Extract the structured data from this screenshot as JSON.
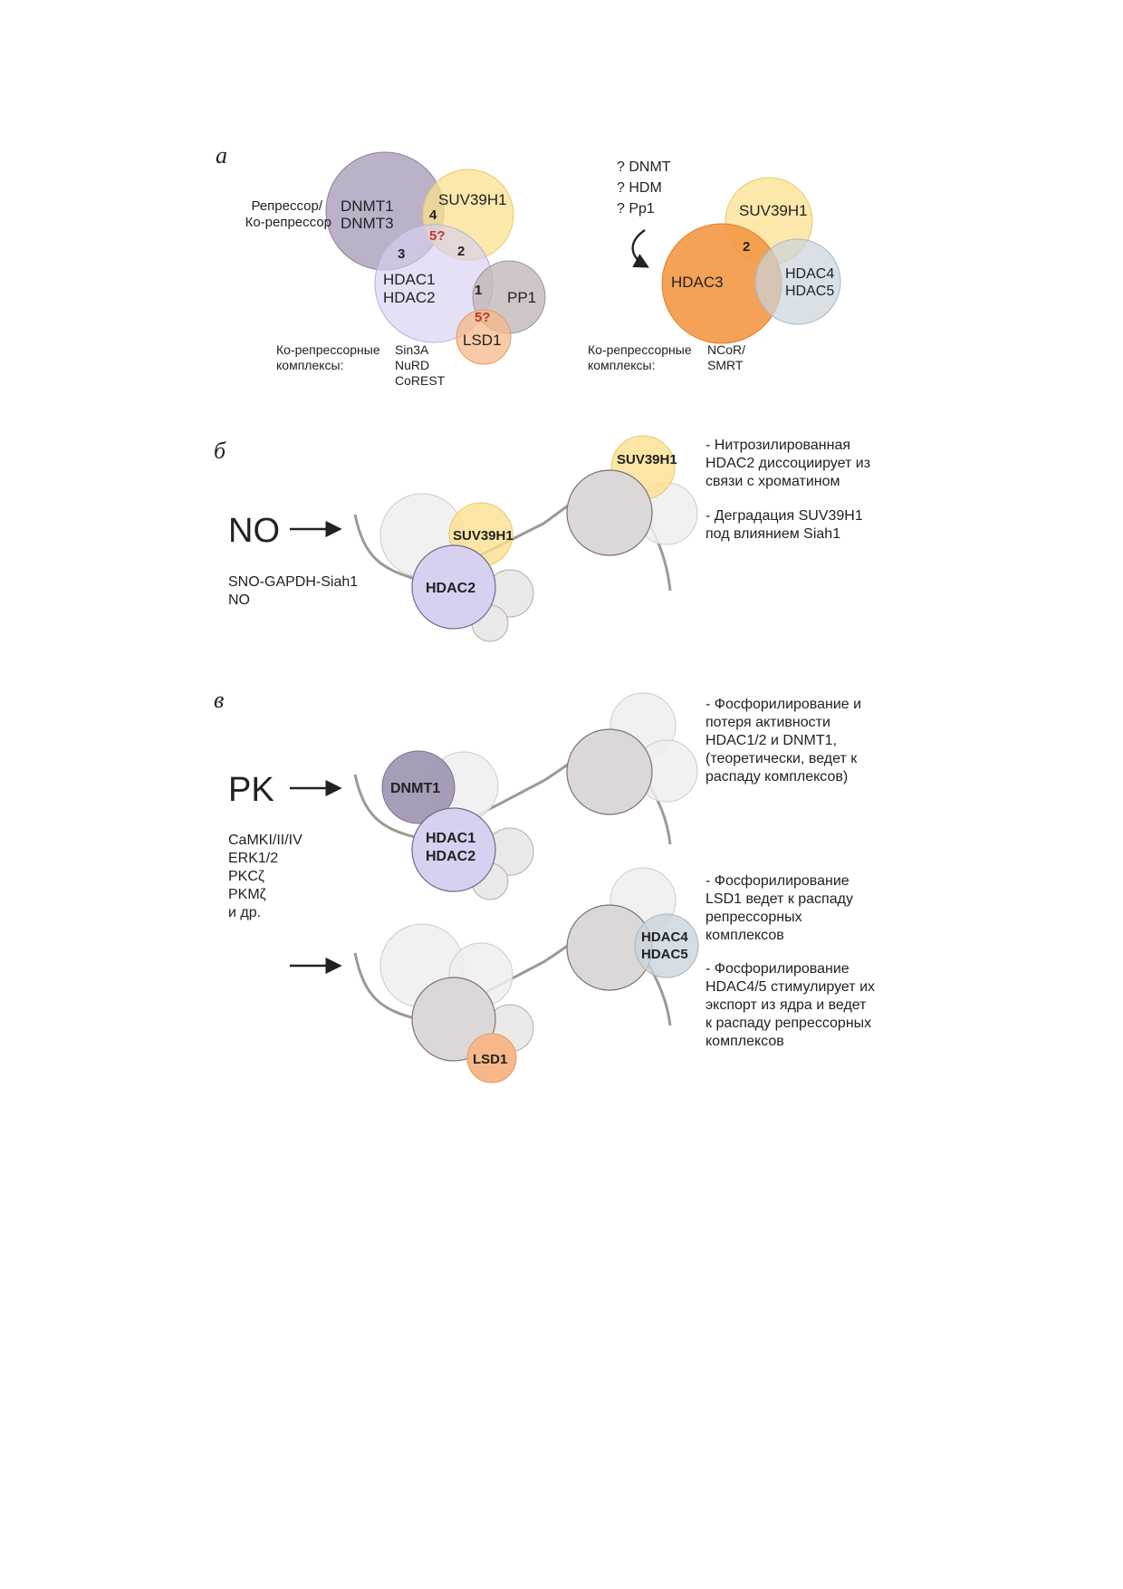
{
  "panel_labels": {
    "a": "а",
    "b": "б",
    "c": "в"
  },
  "panel_a": {
    "left": {
      "repressor_label": [
        "Репрессор/",
        "Ко-репрессор"
      ],
      "dnmt": [
        "DNMT1",
        "DNMT3"
      ],
      "suv": "SUV39H1",
      "hdac": [
        "HDAC1",
        "HDAC2"
      ],
      "pp1": "PP1",
      "lsd1": "LSD1",
      "numbers": [
        "4",
        "3",
        "2",
        "1"
      ],
      "question_top": "5?",
      "question_bottom": "5?",
      "corepressor_label": [
        "Ко-репрессорные",
        "комплексы:"
      ],
      "complexes": [
        "Sin3A",
        "NuRD",
        "CoREST"
      ]
    },
    "right": {
      "questions": [
        "? DNMT",
        "? HDM",
        "? Pp1"
      ],
      "suv": "SUV39H1",
      "hdac3": "HDAC3",
      "hdac45": [
        "HDAC4",
        "HDAC5"
      ],
      "number": "2",
      "corepressor_label": [
        "Ко-репрессорные",
        "комплексы:"
      ],
      "complexes": [
        "NCoR/",
        "SMRT"
      ]
    }
  },
  "panel_b": {
    "signal": "NO",
    "sources": [
      "SNO-GAPDH-Siah1",
      "NO"
    ],
    "suv_left": "SUV39H1",
    "hdac2": "HDAC2",
    "suv_right": "SUV39H1",
    "notes": [
      [
        "- Нитрозилированная",
        "HDAC2 диссоциирует из",
        "связи с хроматином"
      ],
      [
        "- Деградация SUV39H1",
        "под влиянием Siah1"
      ]
    ]
  },
  "panel_c": {
    "signal": "PK",
    "kinases": [
      "CaMKI/II/IV",
      "ERK1/2",
      "PKCζ",
      "PKMζ",
      "и др."
    ],
    "dnmt1": "DNMT1",
    "hdac12": [
      "HDAC1",
      "HDAC2"
    ],
    "hdac45": [
      "HDAC4",
      "HDAC5"
    ],
    "lsd1": "LSD1",
    "notes_top": [
      "- Фосфорилирование и",
      "потеря активности",
      "HDAC1/2 и DNMT1,",
      "(теоретически, ведет к",
      "распаду комплексов)"
    ],
    "notes_bottom_1": [
      "- Фосфорилирование",
      "LSD1 ведет к распаду",
      "репрессорных",
      "комплексов"
    ],
    "notes_bottom_2": [
      "- Фосфорилирование",
      "HDAC4/5 стимулирует их",
      "экспорт из ядра и ведет",
      "к распаду репрессорных",
      "комплексов"
    ]
  },
  "colors": {
    "dnmt": "#9e92b0",
    "suv": "#fbe08e",
    "hdac12": "#d7d0f0",
    "pp1": "#c4bcbc",
    "lsd1": "#f6b88a",
    "hdac3": "#f39845",
    "hdac45": "#c9d4dc",
    "nucleosome": "#dcd8d8",
    "ghost": "#f0efef",
    "dna": "#a09892"
  }
}
